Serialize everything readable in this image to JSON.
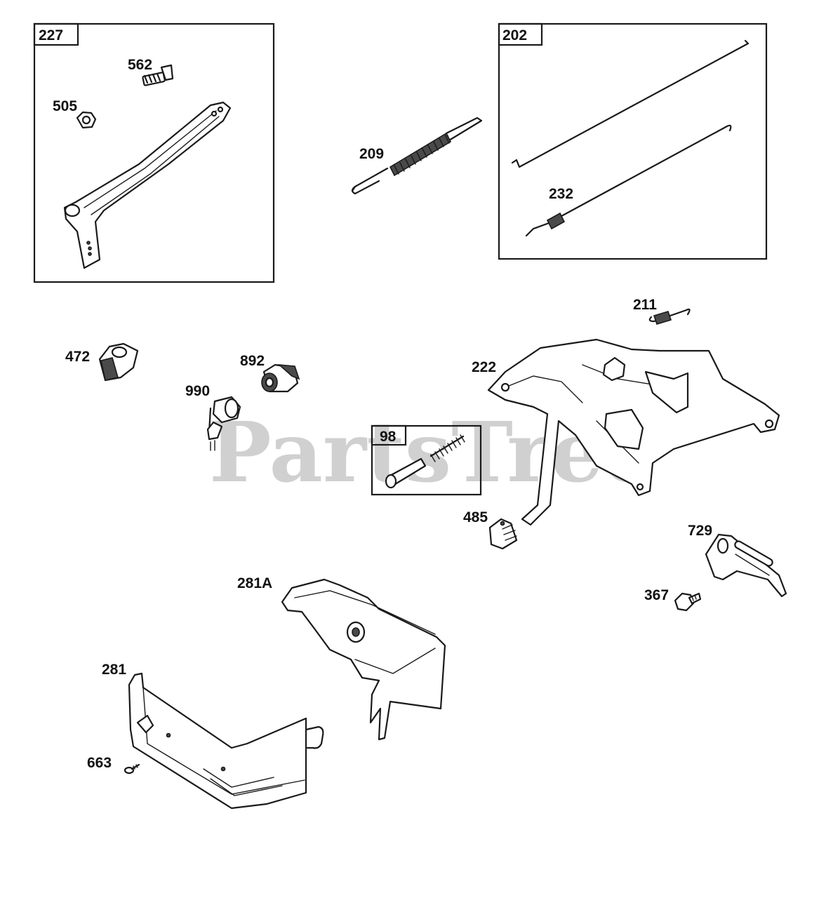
{
  "watermark": "PartsTree",
  "boxes": {
    "box_227": "227",
    "box_202": "202",
    "box_98": "98"
  },
  "labels": {
    "p562": "562",
    "p505": "505",
    "p209": "209",
    "p232": "232",
    "p211": "211",
    "p472": "472",
    "p892": "892",
    "p990": "990",
    "p222": "222",
    "p485": "485",
    "p729": "729",
    "p367": "367",
    "p281A": "281A",
    "p281": "281",
    "p663": "663"
  },
  "colors": {
    "ink": "#1a1a1a",
    "watermark": "#bdbdbd",
    "background": "#ffffff"
  }
}
